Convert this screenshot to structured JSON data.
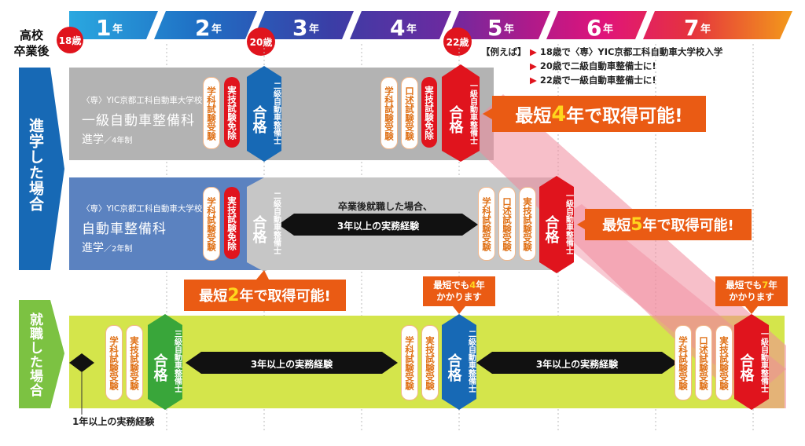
{
  "years": [
    "1年",
    "2年",
    "3年",
    "4年",
    "5年",
    "6年",
    "7年"
  ],
  "header": {
    "graduate_label": "高校\n卒業後",
    "age18": "18歳",
    "age20": "20歳",
    "age22": "22歳"
  },
  "example": {
    "title": "【例えば】",
    "lines": [
      "18歳で〈専〉YIC京都工科自動車大学校入学",
      "20歳で二級自動車整備士に!",
      "22歳で一級自動車整備士に!"
    ]
  },
  "rows": {
    "progress_label": "進学した場合",
    "employ_label": "就職した場合"
  },
  "course1": {
    "school": "〈専〉YIC京都工科自動車大学校",
    "name": "一級自動車整備科",
    "sub": "進学",
    "sub_note": "／4年制"
  },
  "course2": {
    "school": "〈専〉YIC京都工科自動車大学校",
    "name": "自動車整備科",
    "sub": "進学",
    "sub_note": "／2年制"
  },
  "pills": {
    "gakka": "学科試験受験",
    "jitsugi_menjo": "実技試験免除",
    "koujutsu": "口述試験受験",
    "jitsugi": "実技試験受験"
  },
  "badges": {
    "level2": "二級自動車整備士",
    "level1": "一級自動車整備士",
    "level3": "三級自動車整備士",
    "pass": "合格"
  },
  "arrows": {
    "work_after": "卒業後就職した場合、",
    "exp3": "3年以上の実務経験",
    "exp1": "1年以上の実務経験"
  },
  "callouts": {
    "c4_pre": "最短",
    "c4_num": "4",
    "c4_post": "年で取得可能!",
    "c5_pre": "最短",
    "c5_num": "5",
    "c5_post": "年で取得可能!",
    "c2_pre": "最短",
    "c2_num": "2",
    "c2_post": "年で取得可能!",
    "s4_pre": "最短でも",
    "s4_num": "4",
    "s4_post": "年",
    "s4_line2": "かかります",
    "s7_pre": "最短でも",
    "s7_num": "7",
    "s7_post": "年",
    "s7_line2": "かかります"
  },
  "colors": {
    "gray": "#b3b3b3",
    "blue": "#5b82c0",
    "lime": "#d4e54b",
    "navy": "#1c3d82",
    "green": "#7cc242",
    "orange": "#ea5b14",
    "red": "#e0141d",
    "pass_blue": "#1769b5",
    "pass_green": "#39a63a",
    "pink": "#f08a9d"
  }
}
